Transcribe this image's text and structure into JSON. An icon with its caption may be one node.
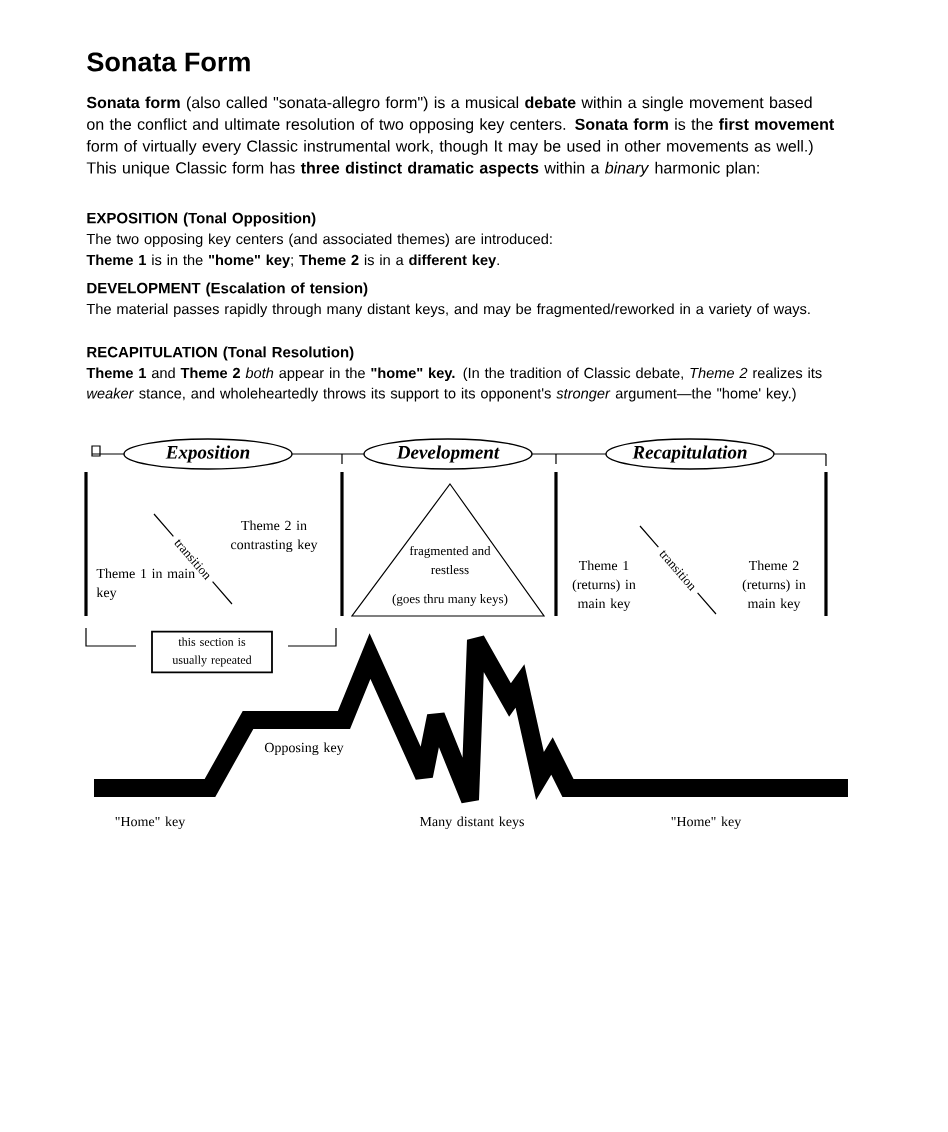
{
  "diagram": {
    "title": "Sonata Form",
    "nodes": [
      {
        "text": [
          "Exposition"
        ]
      },
      {
        "text": [
          "Development"
        ]
      },
      {
        "text": [
          "Recapitulation"
        ]
      },
      {
        "text": [
          "fragmented and restless",
          "(goes thru many keys)"
        ]
      },
      {
        "text": [
          "this section is usually repeated"
        ]
      }
    ],
    "labels": [
      "**Sonata form** (also called \"sonata-allegro form\") is a musical **debate** within a single movement based on the conflict and ultimate resolution of two opposing key centers. **Sonata form** is the **first movement** form of virtually every Classic instrumental work, though It may be used in other movements as well.)  This unique Classic form has **three distinct dramatic aspects** within a *binary* harmonic plan:",
      "EXPOSITION (Tonal Opposition)",
      "The two opposing key centers (and associated themes) are introduced:",
      "**Theme 1** is in the **\"home\" key**; **Theme 2** is in a **different key**.",
      "DEVELOPMENT (Escalation of tension)",
      "The material passes rapidly through many distant keys, and may be fragmented/reworked in a variety of ways.",
      "RECAPITULATION (Tonal Resolution)",
      "**Theme 1** and **Theme 2** *both* appear in the **\"home\" key.** (In the tradition of Classic debate, *Theme 2* realizes its *weaker* stance, and wholeheartedly throws its support to its opponent's *stronger* argument—the \"home' key.)",
      "transition",
      "Theme 2 in contrasting key",
      "Theme 1 in main key",
      "Theme 1 (returns) in main key",
      "transition",
      "Theme 2 (returns) in main key",
      "Opposing key",
      "\"Home\" key",
      "Many distant keys",
      "\"Home\" key"
    ]
  }
}
